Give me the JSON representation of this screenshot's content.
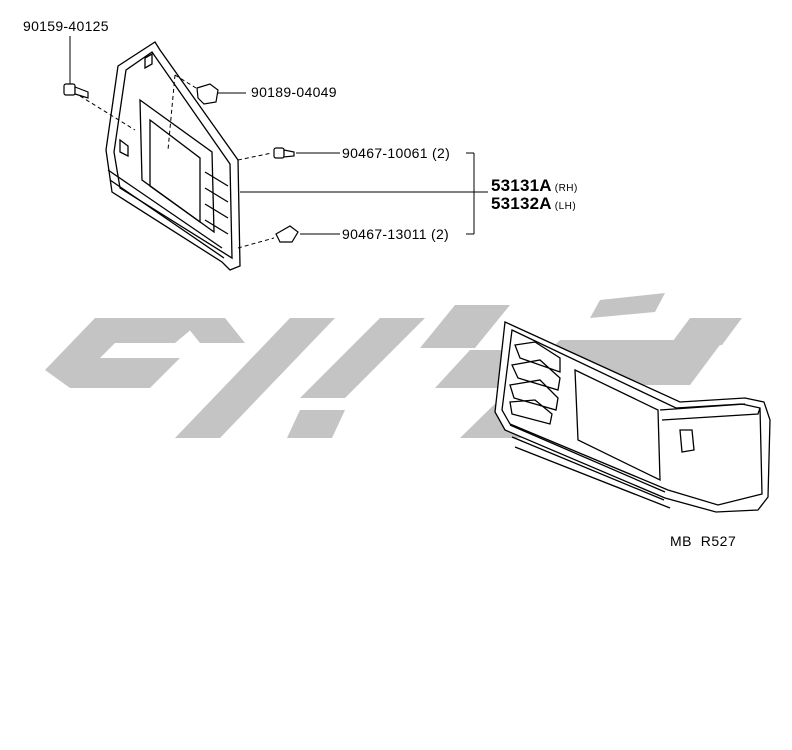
{
  "parts": {
    "screw_top": "90159-40125",
    "clip_top": "90189-04049",
    "screw_mid_code": "90467-10061",
    "screw_mid_qty": "(2)",
    "clip_low_code": "90467-13011",
    "clip_low_qty": "(2)",
    "assembly_rh_code": "53131A",
    "assembly_rh_side": "(RH)",
    "assembly_lh_code": "53132A",
    "assembly_lh_side": "(LH)"
  },
  "diagram_ref": "MB  R527",
  "colors": {
    "line": "#000000",
    "watermark": "#c4c4c4",
    "background": "#ffffff"
  }
}
